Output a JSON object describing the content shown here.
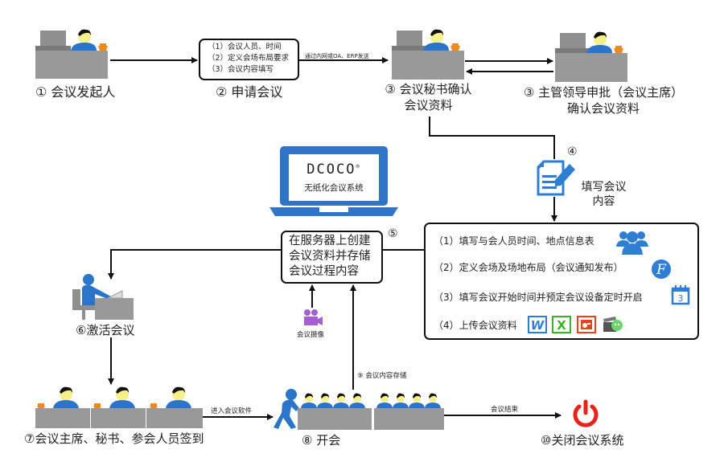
{
  "title": "DCOCO无纸化会议系统流程",
  "colors": {
    "person_blue": "#2a74c9",
    "desk_gray": "#999999",
    "phone_orange": "#f08a1c",
    "power_red": "#e8231a",
    "camera_purple": "#a45fd1",
    "line": "#111111"
  },
  "steps": {
    "s1": {
      "label": "① 会议发起人",
      "icon": "person-at-desk-icon"
    },
    "s2": {
      "label": "② 申请会议",
      "items": [
        "（1）会议人员、时间",
        "（2）定义会场布局要求",
        "（3）会议内容填写"
      ]
    },
    "s2_to_s3": "通过内网或OA、ERP发送",
    "s3a": {
      "line1": "③ 会议秘书确认",
      "line2": "会议资料",
      "icon": "person-at-desk-icon"
    },
    "s3b": {
      "line1": "③ 主管领导申批（会议主席）",
      "line2": "确认会议资料",
      "icon": "person-at-desk-icon"
    },
    "s4": {
      "num": "④",
      "line1": "填写会议",
      "line2": "内容",
      "icon": "document-edit-icon"
    },
    "tasks": [
      {
        "label": "（1）填写与会人员时间、地点信息表",
        "icon": "people-group-icon"
      },
      {
        "label": "（2）定义会场及场地布局（会议通知发布）",
        "icon": "f-logo-icon"
      },
      {
        "label": "（3）填写会议开始时间并预定会议设备定时开启",
        "icon": "calendar-icon",
        "icon_text": "3"
      },
      {
        "label": "（4）上传会议资料",
        "icons": [
          "word-icon",
          "excel-icon",
          "powerpoint-icon",
          "video-file-icon"
        ],
        "icon_text": [
          "W",
          "X",
          ""
        ]
      }
    ],
    "laptop": {
      "brand": "DCOCO",
      "reg": "®",
      "subtitle": "无纸化会议系统"
    },
    "s5": {
      "num": "⑤",
      "lines": [
        "在服务器上创建",
        "会议资料并存储",
        "会议过程内容"
      ]
    },
    "camera": {
      "label": "会议摄像",
      "icon": "video-camera-icon"
    },
    "s6": {
      "label": "⑥激活会议",
      "icon": "person-at-computer-icon"
    },
    "s7": {
      "label": "⑦会议主席、秘书、参会人员签到"
    },
    "s7_to_s8": "进入会议软件",
    "s8": {
      "label": "⑧ 开会",
      "icon": "person-pushing-icon"
    },
    "s9": {
      "label": "⑨ 会议内容存储"
    },
    "s8_to_s10": "会议结束",
    "s10": {
      "label": "⑩关闭会议系统",
      "icon": "power-icon"
    }
  }
}
